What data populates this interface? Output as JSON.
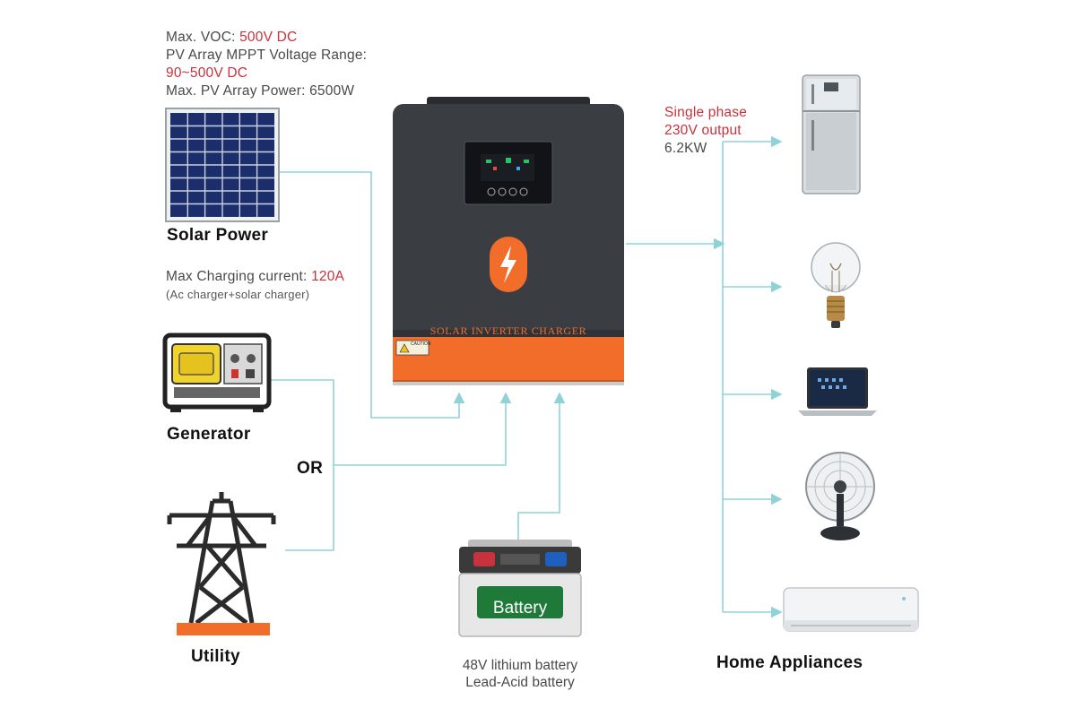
{
  "pv_specs": {
    "voc_label": "Max. VOC:",
    "voc_value": "500V DC",
    "mppt_label": "PV Array MPPT Voltage Range:",
    "mppt_value": "90~500V DC",
    "power_line": "Max. PV Array Power: 6500W"
  },
  "solar": {
    "label": "Solar Power"
  },
  "charging": {
    "label": "Max Charging current:",
    "value": "120A",
    "note": "(Ac charger+solar charger)"
  },
  "generator": {
    "label": "Generator"
  },
  "or_label": "OR",
  "utility": {
    "label": "Utility"
  },
  "inverter": {
    "name": "SOLAR INVERTER CHARGER",
    "caution": "CAUTION"
  },
  "battery": {
    "label": "Battery",
    "line1": "48V lithium battery",
    "line2": "Lead-Acid battery"
  },
  "output": {
    "line1": "Single phase",
    "line2": "230V output",
    "line3": "6.2KW"
  },
  "appliances": {
    "label": "Home Appliances"
  },
  "colors": {
    "wire": "#8fd3d8",
    "accent_red": "#c8323c",
    "inverter_body": "#3a3d42",
    "inverter_orange": "#f26c2a"
  }
}
